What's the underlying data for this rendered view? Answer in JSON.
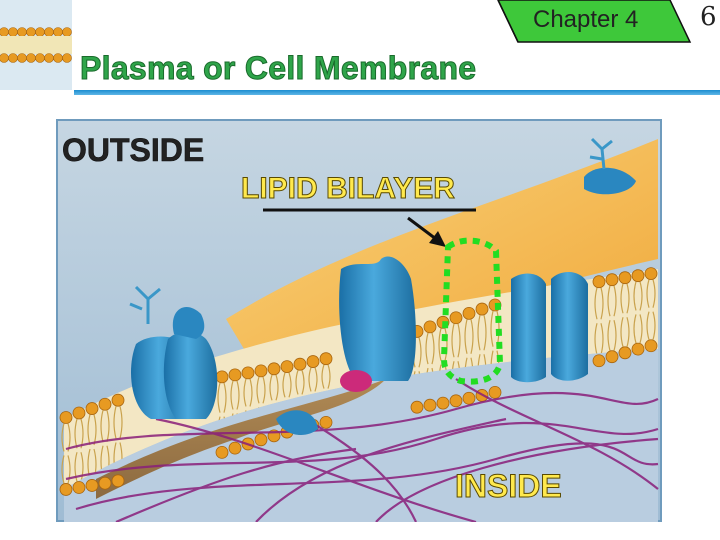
{
  "header": {
    "chapter_label": "Chapter 4",
    "page_number": "6",
    "title": "Plasma or Cell Membrane"
  },
  "figure": {
    "outside_label": "OUTSIDE",
    "bilayer_label": "LIPID BILAYER",
    "inside_label": "INSIDE",
    "colors": {
      "background": "#a9c3d6",
      "frame": "#6f9bbd",
      "lipid_head": "#e79a22",
      "protein": "#2a87c0",
      "cytoplasm_membrane": "#f4b24a",
      "fiber": "#8a1f7a",
      "highlight_outline": "#22dd22",
      "title_green": "#2fa54a"
    }
  }
}
